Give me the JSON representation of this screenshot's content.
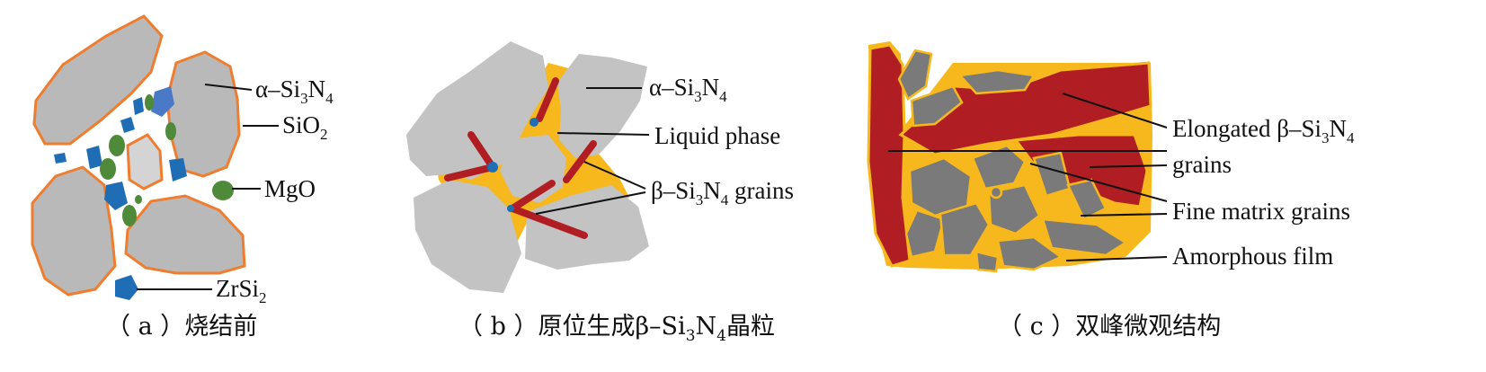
{
  "panel_a": {
    "labels": {
      "alpha": {
        "prefix": "α–Si",
        "sub1": "3",
        "mid": "N",
        "sub2": "4"
      },
      "sio2": {
        "prefix": "SiO",
        "sub1": "2"
      },
      "mgo": "MgO",
      "zrsi2": {
        "prefix": "ZrSi",
        "sub1": "2"
      }
    },
    "caption": "（ a ）烧结前"
  },
  "panel_b": {
    "labels": {
      "alpha": {
        "prefix": "α–Si",
        "sub1": "3",
        "mid": "N",
        "sub2": "4"
      },
      "liquid": "Liquid phase",
      "beta": {
        "prefix": "β–Si",
        "sub1": "3",
        "mid": "N",
        "sub2": "4",
        "suffix": " grains"
      }
    },
    "caption": {
      "prefix": "（ b ）原位生成β–Si",
      "sub1": "3",
      "mid": "N",
      "sub2": "4",
      "suffix": "晶粒"
    }
  },
  "panel_c": {
    "labels": {
      "elongated": {
        "prefix": "Elongated β–Si",
        "sub1": "3",
        "mid": "N",
        "sub2": "4"
      },
      "grains": "grains",
      "fine": "Fine matrix grains",
      "amorphous": "Amorphous film"
    },
    "caption": "（ c ）双峰微观结构"
  },
  "colors": {
    "grain_gray": "#b9b9b9",
    "dark_gray": "#7a7a7a",
    "orange_rim": "#ee7d2f",
    "yellow_phase": "#f6b81c",
    "red_elongated": "#b01e23",
    "mgo_green": "#4f8a3a",
    "zrsi2_blue": "#1f6db5"
  }
}
